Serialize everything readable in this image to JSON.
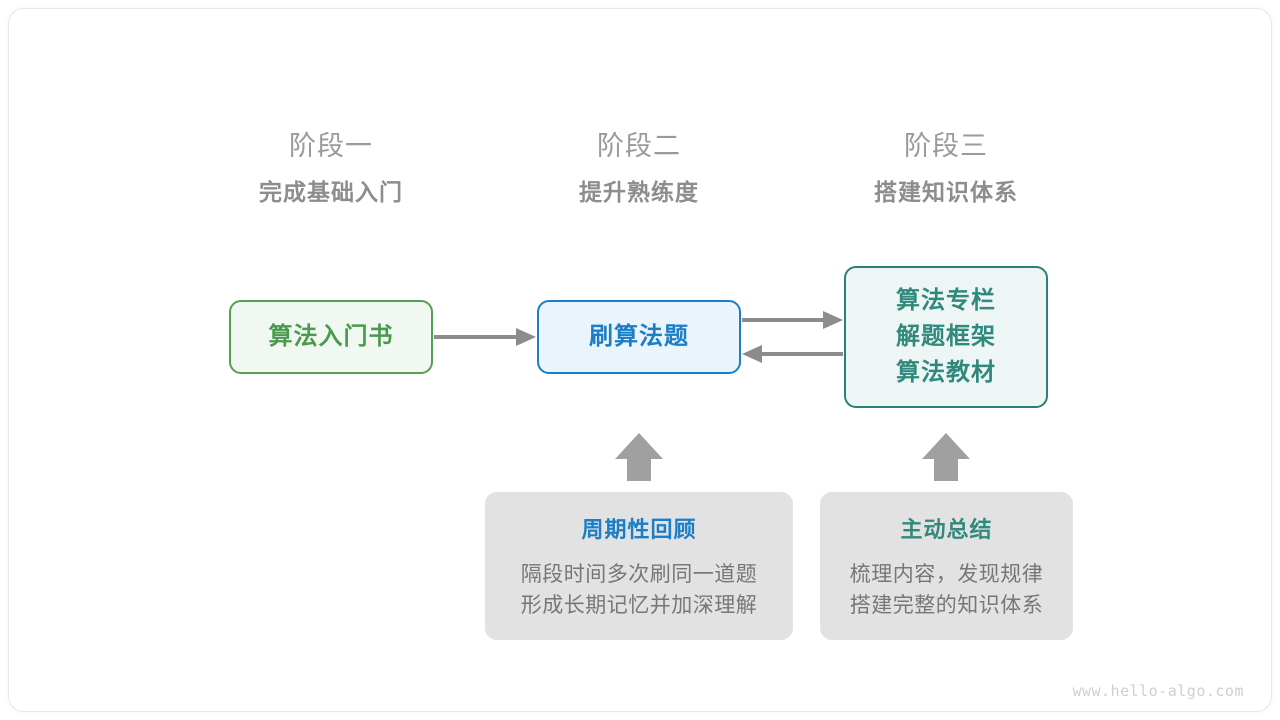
{
  "watermark": "www.hello-algo.com",
  "colors": {
    "green": "#4a9a4e",
    "green_border": "#55a055",
    "green_fill": "#f1f8f1",
    "blue": "#1b7ec6",
    "blue_border": "#1a7fc4",
    "blue_fill": "#eaf4fc",
    "teal": "#31897e",
    "teal_border": "#2c8075",
    "teal_fill": "#eef6f5",
    "gray_card": "#e2e2e2",
    "gray_text": "#777777",
    "header_gray": "#9a9a9a",
    "arrow_gray": "#8c8c8c"
  },
  "stages": [
    {
      "title": "阶段一",
      "subtitle": "完成基础入门"
    },
    {
      "title": "阶段二",
      "subtitle": "提升熟练度"
    },
    {
      "title": "阶段三",
      "subtitle": "搭建知识体系"
    }
  ],
  "flow_boxes": [
    {
      "lines": [
        "算法入门书"
      ],
      "style": "green"
    },
    {
      "lines": [
        "刷算法题"
      ],
      "style": "blue"
    },
    {
      "lines": [
        "算法专栏",
        "解题框架",
        "算法教材"
      ],
      "style": "teal"
    }
  ],
  "notes": [
    {
      "title": "周期性回顾",
      "title_color": "blue",
      "body_lines": [
        "隔段时间多次刷同一道题",
        "形成长期记忆并加深理解"
      ]
    },
    {
      "title": "主动总结",
      "title_color": "teal",
      "body_lines": [
        "梳理内容，发现规律",
        "搭建完整的知识体系"
      ]
    }
  ],
  "arrows": [
    {
      "name": "arrow-book-to-practice",
      "direction": "right"
    },
    {
      "name": "arrow-practice-to-resources",
      "direction": "right"
    },
    {
      "name": "arrow-resources-to-practice",
      "direction": "left"
    },
    {
      "name": "arrow-review-up",
      "direction": "up"
    },
    {
      "name": "arrow-summary-up",
      "direction": "up"
    }
  ]
}
